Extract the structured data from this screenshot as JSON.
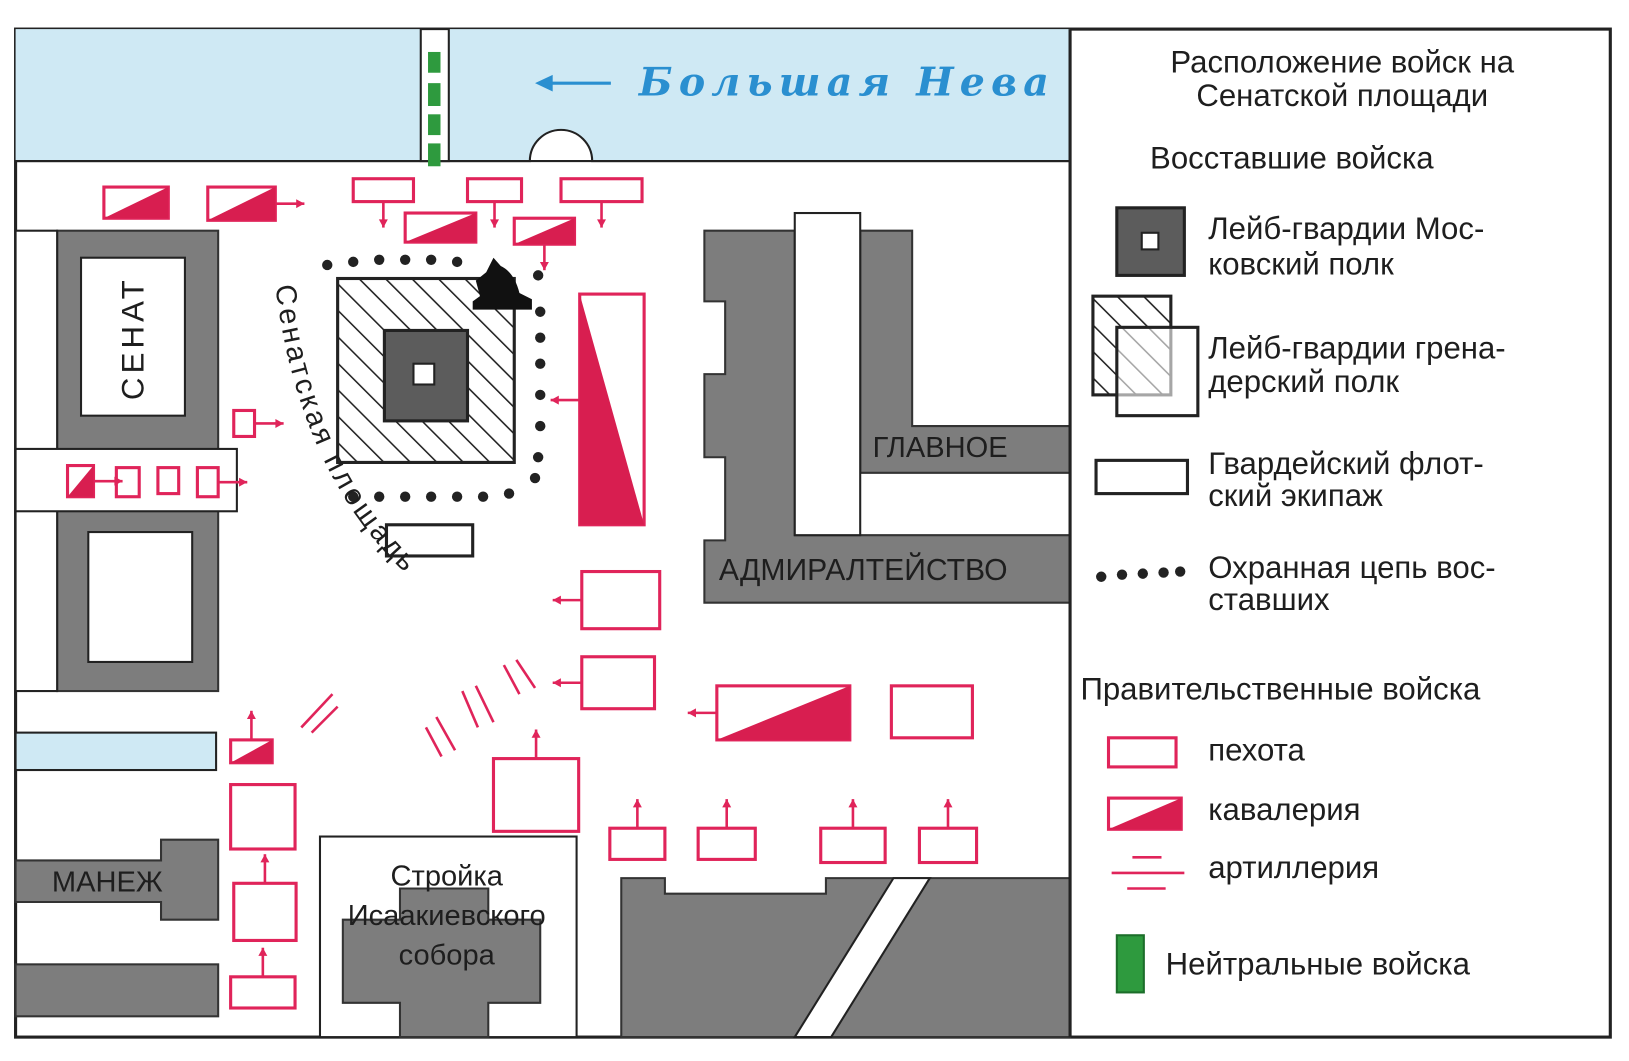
{
  "map": {
    "river_label": "Большая Нева",
    "senate_label": "СЕНАТ",
    "square_label": "Сенатская площадь",
    "glavnoe_label": "ГЛАВНОЕ",
    "admiralty_label": "АДМИРАЛТЕЙСТВО",
    "manege_label": "МАНЕЖ",
    "isaac_label": [
      "Стройка",
      "Исаакиевского",
      "собора"
    ]
  },
  "legend": {
    "title": [
      "Расположение войск на",
      "Сенатской площади"
    ],
    "rebels_heading": "Восставшие войска",
    "rebels": [
      {
        "icon": "moscow-regiment-icon",
        "lines": [
          "Лейб-гвардии Мос-",
          "ковский полк"
        ]
      },
      {
        "icon": "grenadier-regiment-icon",
        "lines": [
          "Лейб-гвардии грена-",
          "дерский полк"
        ]
      },
      {
        "icon": "naval-crew-icon",
        "lines": [
          "Гвардейский флот-",
          "ский экипаж"
        ]
      },
      {
        "icon": "guard-chain-icon",
        "lines": [
          "Охранная цепь вос-",
          "ставших"
        ]
      }
    ],
    "gov_heading": "Правительственные войска",
    "gov": [
      {
        "icon": "infantry-icon",
        "label": "пехота"
      },
      {
        "icon": "cavalry-icon",
        "label": "кавалерия"
      },
      {
        "icon": "artillery-icon",
        "label": "артиллерия"
      }
    ],
    "neutral": {
      "icon": "neutral-troops-icon",
      "label": "Нейтральные войска"
    }
  },
  "colors": {
    "gov": "#e0245a",
    "river": "#cfe9f4",
    "building": "#7d7d7d",
    "neutral": "#2e9a3e"
  }
}
